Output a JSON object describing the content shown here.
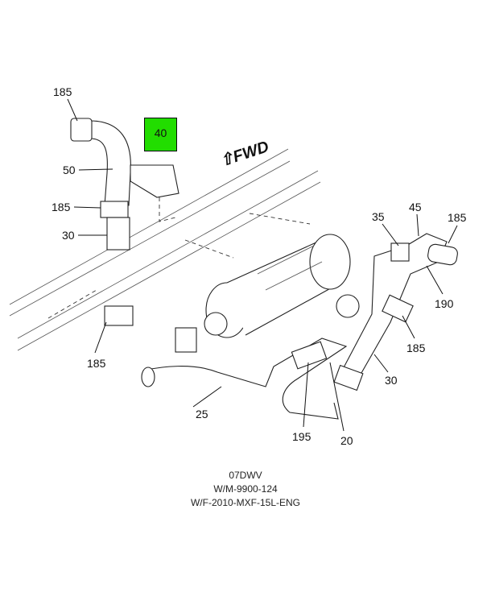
{
  "callouts": {
    "c185_top": "185",
    "c50": "50",
    "c185_mid": "185",
    "c30_left": "30",
    "c185_bottom_left": "185",
    "c25": "25",
    "c195": "195",
    "c20": "20",
    "c35": "35",
    "c45": "45",
    "c185_right_top": "185",
    "c190": "190",
    "c185_right_mid": "185",
    "c30_right": "30",
    "c40_highlighted": "40"
  },
  "direction_label": "FWD",
  "caption": {
    "line1": "07DWV",
    "line2": "W/M-9900-124",
    "line3": "W/F-2010-MXF-15L-ENG"
  },
  "colors": {
    "highlight": "#22dd00",
    "lines": "#111111"
  }
}
